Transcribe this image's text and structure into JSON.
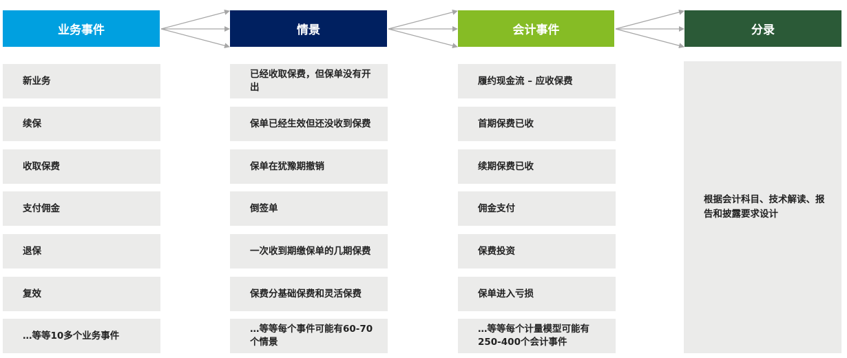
{
  "headers": [
    {
      "label": "业务事件",
      "color": "#00a0e0"
    },
    {
      "label": "情景",
      "color": "#002060"
    },
    {
      "label": "会计事件",
      "color": "#86bc25"
    },
    {
      "label": "分录",
      "color": "#2b5a37"
    }
  ],
  "business_events": [
    "新业务",
    "续保",
    "收取保费",
    "支付佣金",
    "退保",
    "复效",
    "…等等10多个业务事件"
  ],
  "scenarios": [
    "已经收取保费，但保单没有开出",
    "保单已经生效但还没收到保费",
    "保单在犹豫期撤销",
    "倒签单",
    "一次收到期缴保单的几期保费",
    "保费分基础保费和灵活保费",
    "…等等每个事件可能有60-70个情景"
  ],
  "accounting_events": [
    "履约现金流 – 应收保费",
    "首期保费已收",
    "续期保费已收",
    "佣金支付",
    "保费投资",
    "保单进入亏损",
    "…等等每个计量模型可能有250-400个会计事件"
  ],
  "entry_text": "根据会计科目、技术解读、报告和披露要求设计",
  "arrow_color": "#a6a6a6"
}
